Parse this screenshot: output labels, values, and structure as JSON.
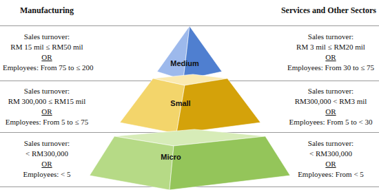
{
  "diagram": {
    "nodes": [
      {
        "text": [
          "Medium"
        ]
      },
      {
        "text": [
          "Small"
        ]
      },
      {
        "text": [
          "Micro"
        ]
      }
    ],
    "labels": [
      "Manufacturing",
      "Services and Other Sectors",
      "Sales turnover:",
      "RM 15 mil ≤ RM50 mil",
      "OR",
      "Employees: From 75 to ≤ 200",
      "Sales turnover:",
      "RM 3 mil ≤ RM20 mil",
      "OR",
      "Employees: From 30 to ≤ 75",
      "Sales turnover:",
      "RM 300,000 ≤ RM15 mil",
      "OR",
      "Employees: From 5 to ≤ 75",
      "Sales turnover:",
      "RM300,000  < RM3 mil",
      "OR",
      "Employees: From 5 to < 30",
      "Sales turnover:",
      "< RM300,000",
      "OR",
      "Employees: < 5",
      "Sales turnover:",
      "< RM300,000",
      "OR",
      "Employees: From < 5"
    ]
  }
}
